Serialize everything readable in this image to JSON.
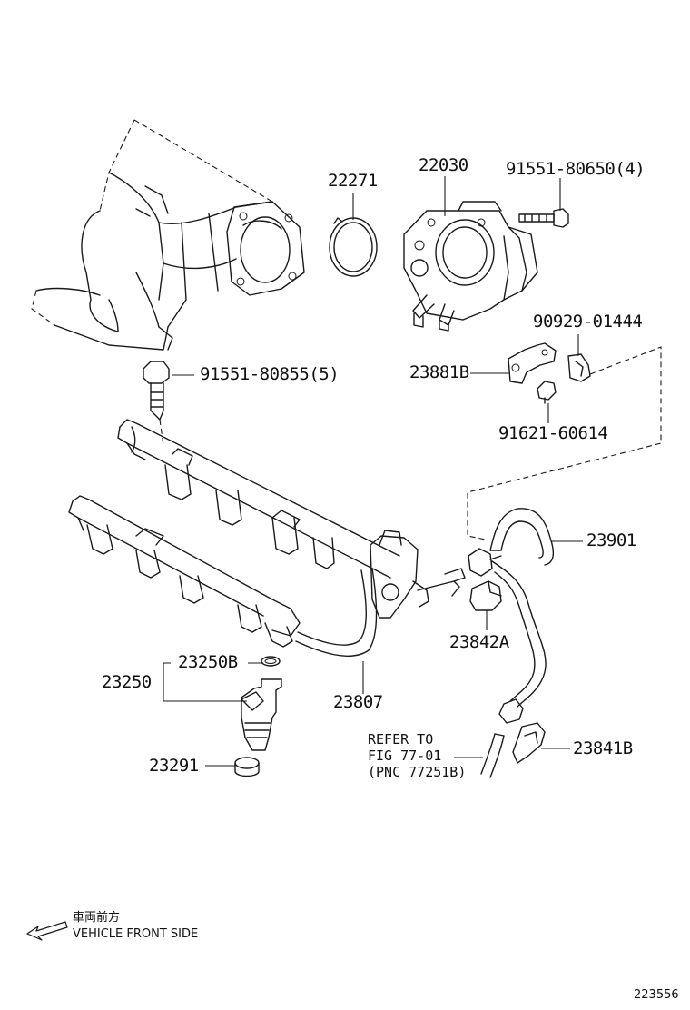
{
  "parts": {
    "p22271": "22271",
    "p22030": "22030",
    "p91551_80650": "91551-80650(4)",
    "p90929_01444": "90929-01444",
    "p91551_80855": "91551-80855(5)",
    "p23881B": "23881B",
    "p91621_60614": "91621-60614",
    "p23901": "23901",
    "p23842A": "23842A",
    "p23250B": "23250B",
    "p23250": "23250",
    "p23807": "23807",
    "p23291": "23291",
    "p23841B": "23841B"
  },
  "refer_note": {
    "line1": "REFER TO",
    "line2": "FIG 77-01",
    "line3": "(PNC 77251B)"
  },
  "direction": {
    "jp": "車両前方",
    "en": "VEHICLE FRONT SIDE",
    "icon": "arrow-left-icon"
  },
  "figure_id": "223556"
}
